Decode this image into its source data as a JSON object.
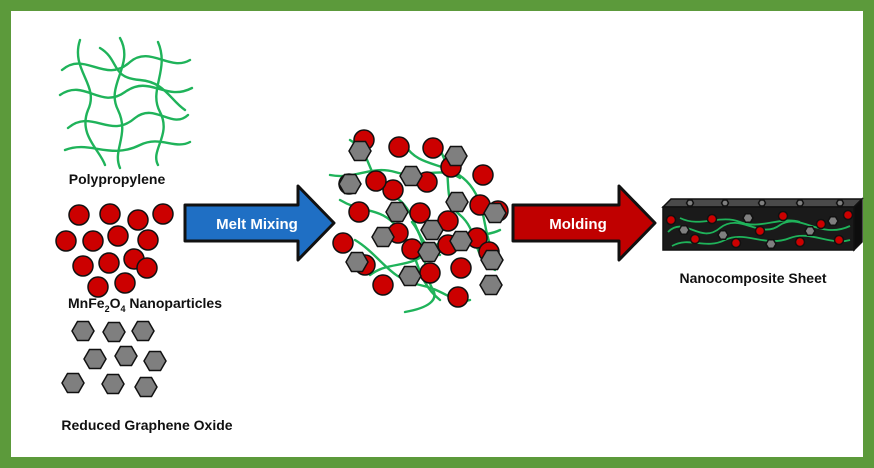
{
  "colors": {
    "border": "#5c9a3b",
    "fiber": "#1fb35a",
    "particle": "#cc0000",
    "graphene": "#7f7f7f",
    "melt_arrow": "#1f6fc4",
    "molding_arrow": "#c00000",
    "sheet": "#1a1a1a"
  },
  "labels": {
    "polypropylene": "Polypropylene",
    "nanoparticles_prefix": "MnFe",
    "nanoparticles_sub1": "2",
    "nanoparticles_mid": "O",
    "nanoparticles_sub2": "4",
    "nanoparticles_suffix": " Nanoparticles",
    "graphene": "Reduced Graphene Oxide",
    "sheet": "Nanocomposite Sheet"
  },
  "steps": {
    "melt_mixing": "Melt Mixing",
    "molding": "Molding"
  },
  "icons": {
    "fiber_network": "polymer-fiber-network-icon",
    "particles": "red-sphere-icon",
    "flakes": "hexagon-flake-icon"
  }
}
